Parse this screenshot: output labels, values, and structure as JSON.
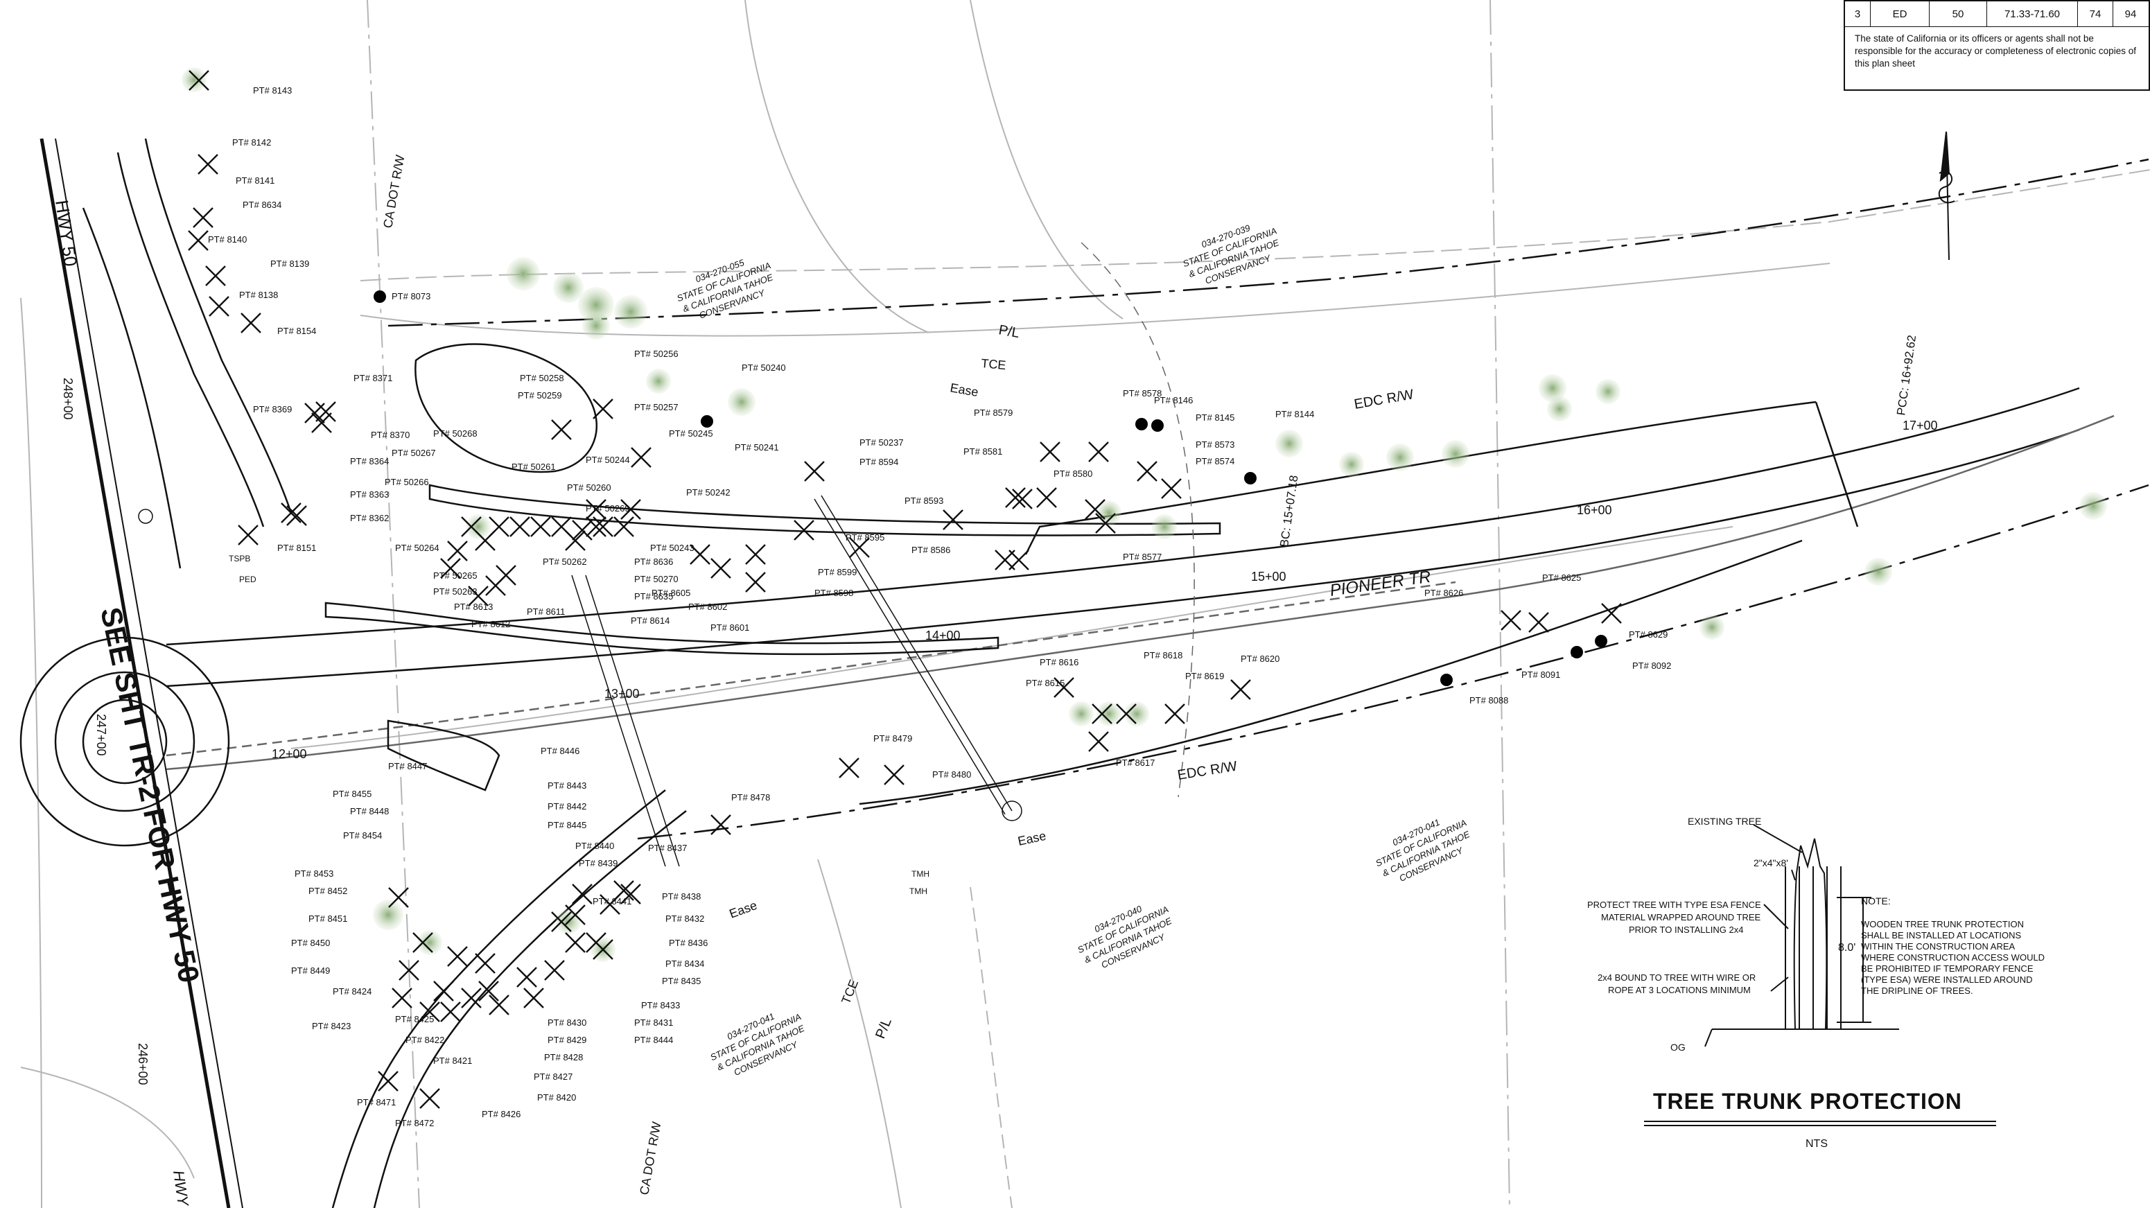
{
  "title_block": {
    "cells": [
      "3",
      "ED",
      "50",
      "71.33-71.60",
      "74",
      "94"
    ],
    "disclaimer": "The state of California or its officers or agents shall not be responsible for the accuracy or completeness of electronic copies of this plan sheet"
  },
  "match_line": "SEE SHT TR-2 FOR HWY 50",
  "roads": {
    "hwy50": "HWY 50",
    "hwy_bottom": "HWY",
    "pioneer": "PIONEER TR"
  },
  "line_labels": {
    "ca_dot_rw_top": "CA DOT R/W",
    "ca_dot_rw_bottom": "CA DOT R/W",
    "edc_rw_top": "EDC R/W",
    "edc_rw_bottom": "EDC R/W",
    "pl_top": "P/L",
    "pl_bottom": "P/L",
    "tce_top": "TCE",
    "tce_bottom": "TCE",
    "ease_top": "Ease",
    "ease_mid": "Ease",
    "ease_bottom": "Ease"
  },
  "stations": {
    "s12": "12+00",
    "s13": "13+00",
    "s14": "14+00",
    "s15": "15+00",
    "s16": "16+00",
    "s17": "17+00",
    "s248": "248+00",
    "s247": "247+00",
    "s246": "246+00",
    "bc": "BC: 15+07.18",
    "pcc": "PCC: 16+92.62"
  },
  "parcels": [
    [
      "034-270-055",
      "STATE OF CALIFORNIA",
      "& CALIFORNIA TAHOE",
      "CONSERVANCY"
    ],
    [
      "034-270-039",
      "STATE OF CALIFORNIA",
      "& CALIFORNIA TAHOE",
      "CONSERVANCY"
    ],
    [
      "034-270-041",
      "STATE OF CALIFORNIA",
      "& CALIFORNIA TAHOE",
      "CONSERVANCY"
    ],
    [
      "034-270-040",
      "STATE OF CALIFORNIA",
      "& CALIFORNIA TAHOE",
      "CONSERVANCY"
    ],
    [
      "034-270-041",
      "STATE OF CALIFORNIA",
      "& CALIFORNIA TAHOE",
      "CONSERVANCY"
    ]
  ],
  "tree_labels": [
    "PT# 8143",
    "PT# 8142",
    "PT# 8141",
    "PT# 8634",
    "PT# 8140",
    "PT# 8139",
    "PT# 8138",
    "PT# 8154",
    "PT# 8073",
    "PT# 8371",
    "PT# 8369",
    "PT# 8370",
    "PT# 8364",
    "PT# 8363",
    "PT# 8362",
    "PT# 8151",
    "PT# 8448",
    "PT# 8447",
    "PT# 8455",
    "PT# 8454",
    "PT# 8453",
    "PT# 8452",
    "PT# 8451",
    "PT# 8450",
    "PT# 8449",
    "PT# 8424",
    "PT# 8423",
    "PT# 8425",
    "PT# 8422",
    "PT# 8421",
    "PT# 8471",
    "PT# 8472",
    "PT# 8426",
    "PT# 8420",
    "PT# 8427",
    "PT# 8428",
    "PT# 8429",
    "PT# 8430",
    "PT# 8431",
    "PT# 8444",
    "PT# 8433",
    "PT# 8435",
    "PT# 8434",
    "PT# 8436",
    "PT# 8432",
    "PT# 8438",
    "PT# 8437",
    "PT# 8441",
    "PT# 8439",
    "PT# 8440",
    "PT# 8445",
    "PT# 8442",
    "PT# 8443",
    "PT# 8446",
    "PT# 8478",
    "PT# 8479",
    "PT# 8480",
    "PT# 50268",
    "PT# 50267",
    "PT# 50266",
    "PT# 50264",
    "PT# 50265",
    "PT# 50263",
    "PT# 8613",
    "PT# 8612",
    "PT# 8611",
    "PT# 50262",
    "PT# 50261",
    "PT# 50260",
    "PT# 50269",
    "PT# 50258",
    "PT# 50259",
    "PT# 50256",
    "PT# 50257",
    "PT# 50244",
    "PT# 50245",
    "PT# 50241",
    "PT# 50242",
    "PT# 50240",
    "PT# 50243",
    "PT# 8636",
    "PT# 50270",
    "PT# 8635",
    "PT# 8614",
    "PT# 8605",
    "PT# 8602",
    "PT# 8601",
    "PT# 8599",
    "PT# 8598",
    "PT# 8595",
    "PT# 50237",
    "PT# 8594",
    "PT# 8593",
    "PT# 8586",
    "PT# 8581",
    "PT# 8580",
    "PT# 8579",
    "PT# 8578",
    "PT# 8146",
    "PT# 8145",
    "PT# 8144",
    "PT# 8573",
    "PT# 8574",
    "PT# 8577",
    "PT# 8616",
    "PT# 8618",
    "PT# 8615",
    "PT# 8619",
    "PT# 8620",
    "PT# 8617",
    "PT# 8626",
    "PT# 8625",
    "PT# 8629",
    "PT# 8091",
    "PT# 8092",
    "PT# 8088"
  ],
  "detail": {
    "title": "TREE TRUNK PROTECTION",
    "subtitle": "NTS",
    "existing_tree": "EXISTING TREE",
    "board": "2\"x4\"x8'",
    "callout1": [
      "PROTECT TREE WITH TYPE ESA FENCE",
      "MATERIAL WRAPPED AROUND TREE",
      "PRIOR TO INSTALLING 2x4"
    ],
    "callout2": [
      "2x4 BOUND TO TREE WITH WIRE OR",
      "ROPE AT 3 LOCATIONS MINIMUM"
    ],
    "dim": "8.0'",
    "og": "OG",
    "note_head": "NOTE:",
    "note": [
      "WOODEN TREE TRUNK PROTECTION",
      "SHALL BE INSTALLED AT LOCATIONS",
      "WITHIN THE CONSTRUCTION AREA",
      "WHERE CONSTRUCTION ACCESS WOULD",
      "BE PROHIBITED IF TEMPORARY FENCE",
      "(TYPE ESA) WERE INSTALLED AROUND",
      "THE DRIPLINE OF TREES."
    ]
  },
  "small_marks": {
    "tspb": "TSPB",
    "ped": "PED",
    "tmh1": "TMH",
    "tmh2": "TMH"
  },
  "colors": {
    "ink": "#111111",
    "tree_green": "#9fb98f",
    "faint": "#b8b8b8"
  }
}
